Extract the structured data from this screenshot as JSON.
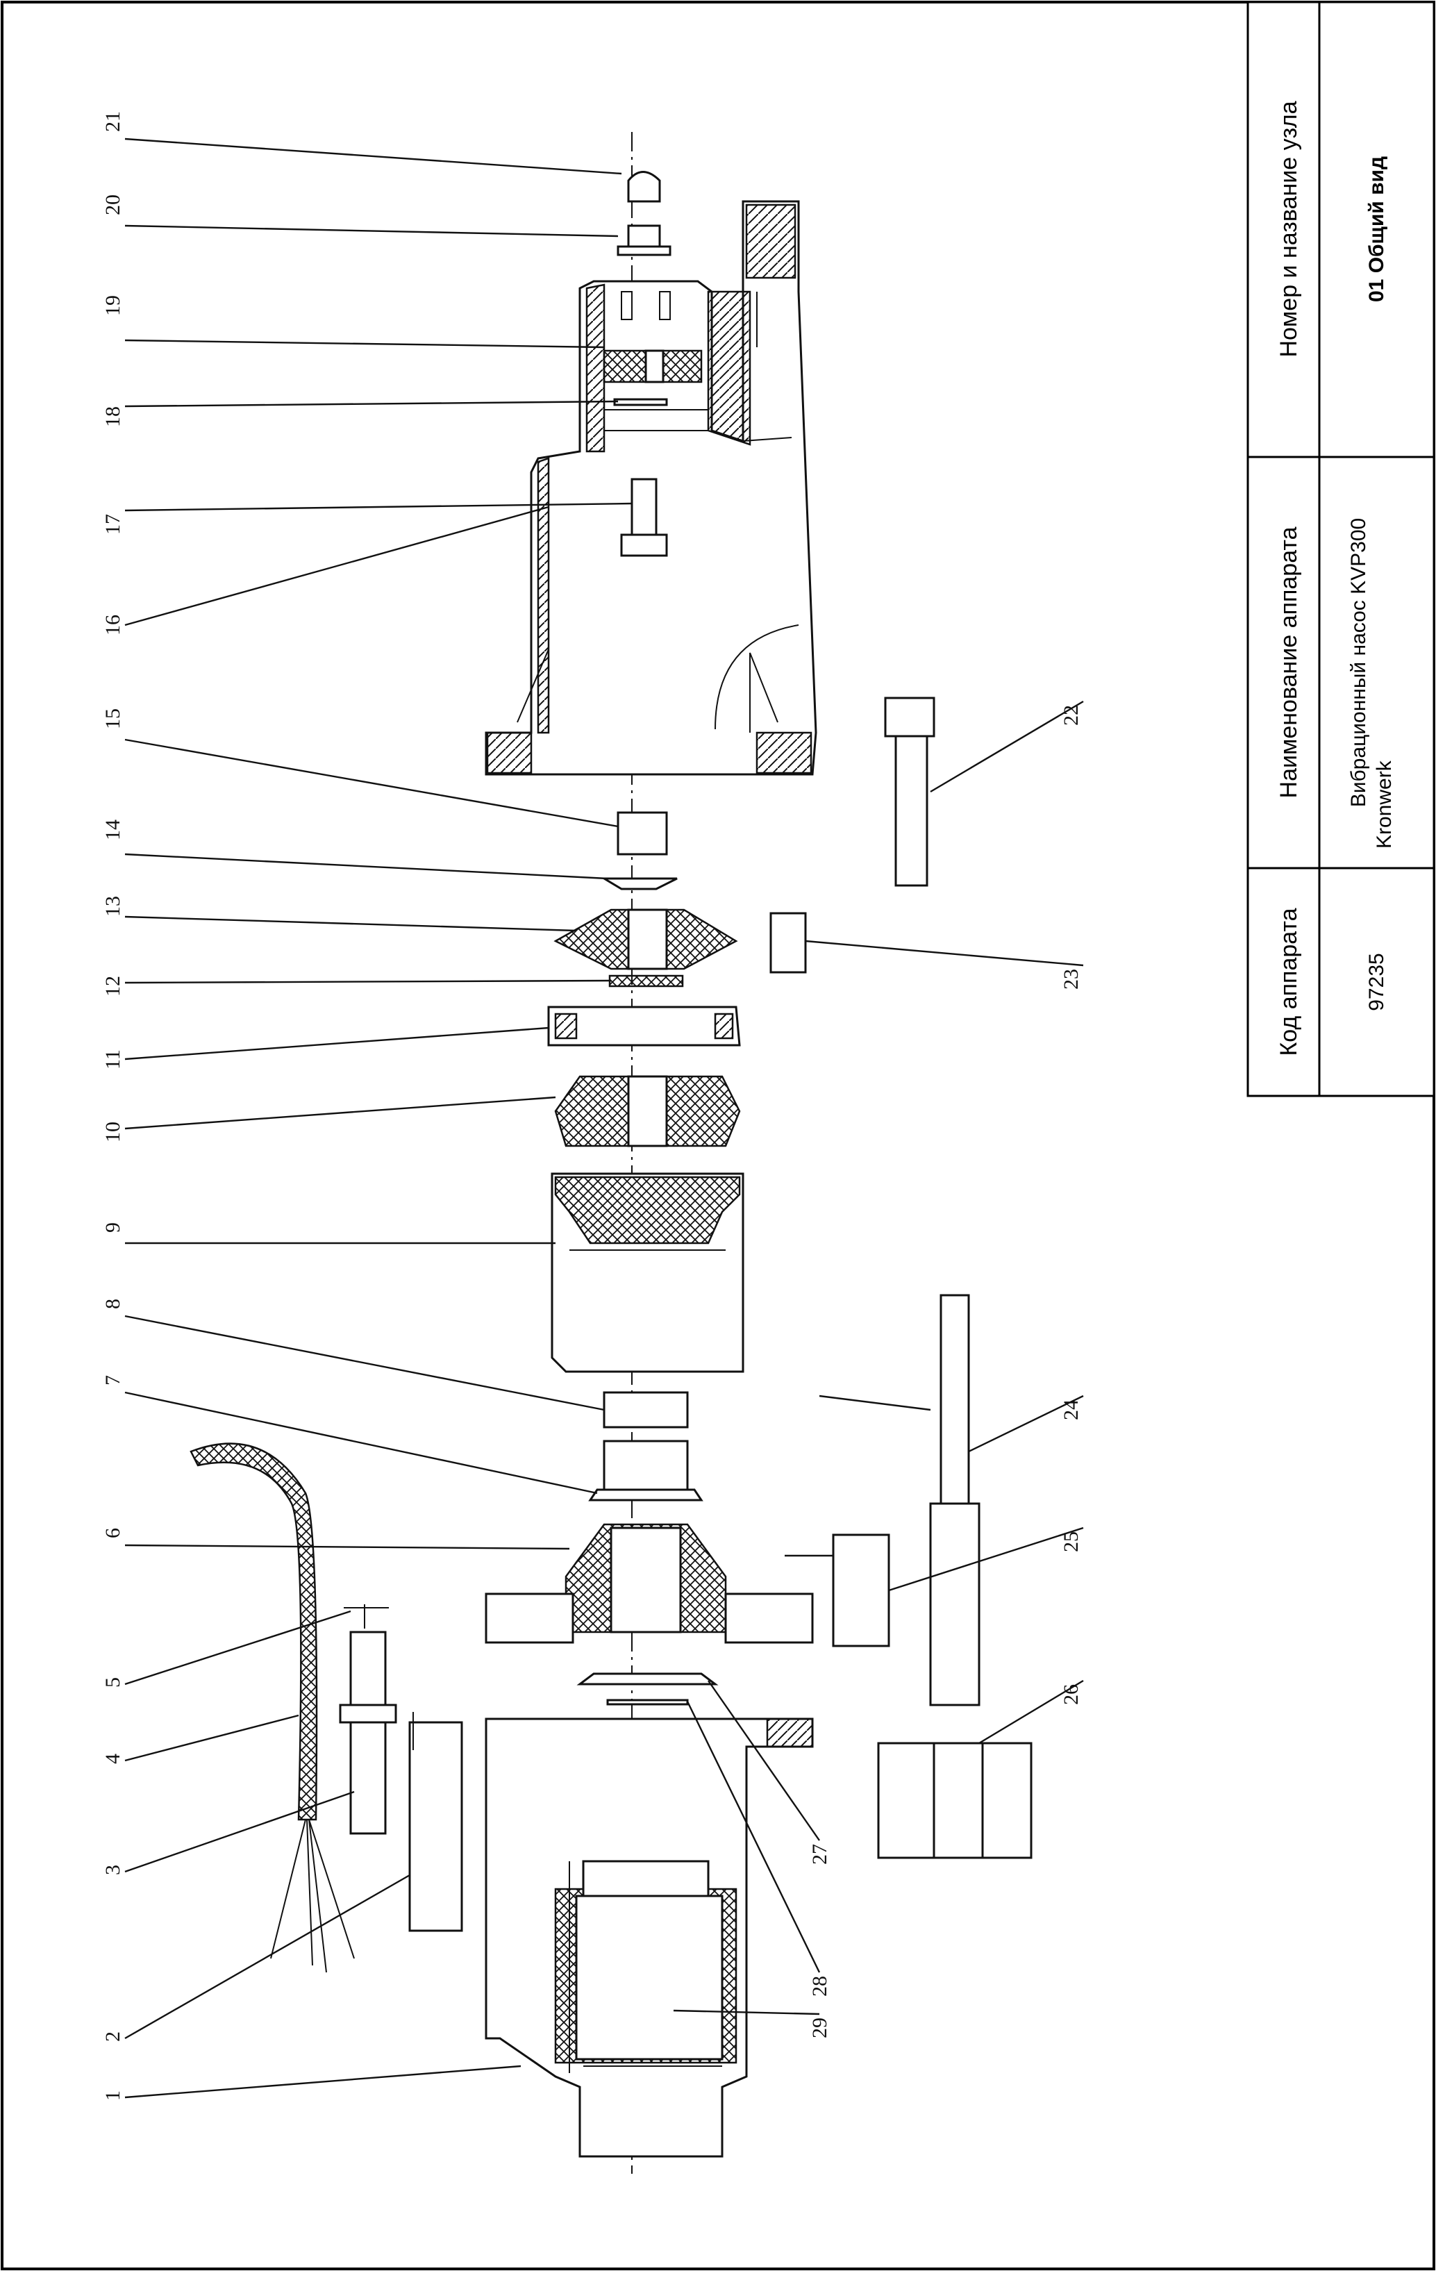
{
  "title_block": {
    "col1_header": "Код аппарата",
    "col1_value": "97235",
    "col2_header": "Наименование аппарата",
    "col2_value_line1": "Вибрационный насос KVP300",
    "col2_value_line2": "Kronwerk",
    "col3_header": "Номер и название узла",
    "col3_value": "01 Общий вид"
  },
  "part_numbers": [
    "1",
    "2",
    "3",
    "4",
    "5",
    "6",
    "7",
    "8",
    "9",
    "10",
    "11",
    "12",
    "13",
    "14",
    "15",
    "16",
    "17",
    "18",
    "19",
    "20",
    "21",
    "22",
    "23",
    "24",
    "25",
    "26",
    "27",
    "28",
    "29"
  ]
}
